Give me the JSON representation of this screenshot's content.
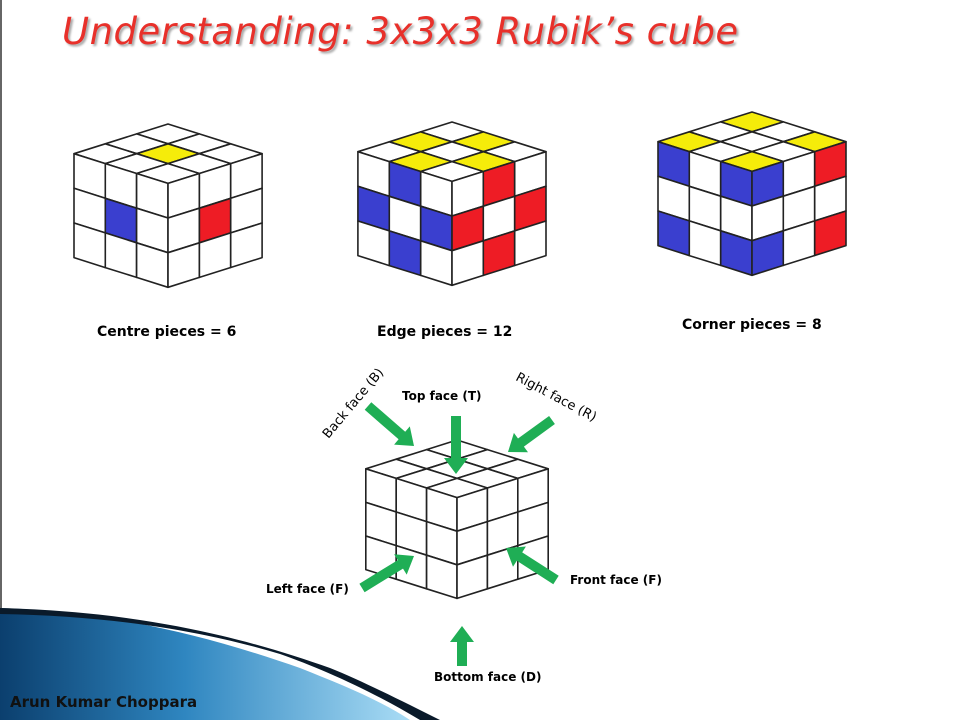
{
  "title": "Understanding: 3x3x3 Rubik’s cube",
  "cubes": {
    "centre": {
      "caption": "Centre pieces = 6"
    },
    "edge": {
      "caption": "Edge pieces = 12"
    },
    "corner": {
      "caption": "Corner pieces = 8"
    }
  },
  "faces": {
    "back": "Back face (B)",
    "top": "Top face (T)",
    "right": "Right face (R)",
    "left": "Left face (F)",
    "front": "Front face (F)",
    "bottom": "Bottom face (D)"
  },
  "author": "Arun Kumar Choppara",
  "colors": {
    "title": "#e8302a",
    "yellow": "#f5ec0a",
    "blue": "#3a3fcf",
    "red": "#ee1c25",
    "arrow": "#1fae55",
    "border_gradient_dark": "#0b3f6e",
    "border_gradient_light": "#7ec2e8"
  }
}
